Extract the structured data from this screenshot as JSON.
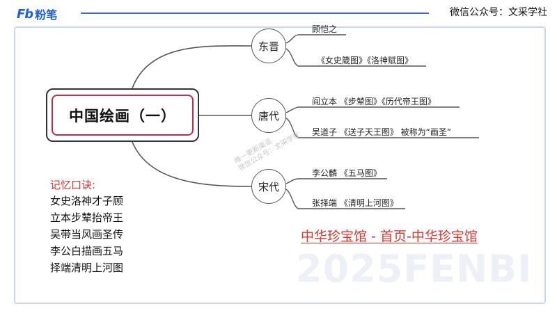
{
  "header": {
    "brand_logo": "Fb",
    "brand_name": "粉笔",
    "wechat": "微信公众号：文采学社"
  },
  "central_topic": "中国绘画（一）",
  "branches": [
    {
      "label": "东晋",
      "items": [
        "顾恺之",
        "《女史箴图》《洛神赋图》"
      ]
    },
    {
      "label": "唐代",
      "items": [
        "阎立本 《步辇图》《历代帝王图》",
        "吴道子 《送子天王图》 被称为“画圣”"
      ]
    },
    {
      "label": "宋代",
      "items": [
        "李公麟 《五马图》",
        "张择端 《清明上河图》"
      ]
    }
  ],
  "mnemonic": {
    "title": "记忆口诀:",
    "lines": [
      "女史洛神才子顾",
      "立本步辇抬帝王",
      "吴带当风画圣传",
      "李公白描画五马",
      "择端清明上河图"
    ]
  },
  "link": {
    "part1": "中华珍宝馆",
    "sep1": " - ",
    "part2": "首页",
    "sep2": "-",
    "part3": "中华珍宝馆"
  },
  "watermarks": {
    "big": "2025FENBI",
    "diag_line1": "唯一更新渠道",
    "diag_line2": "微信公众号：文采学社"
  },
  "colors": {
    "brand": "#1e5fdc",
    "central_inner_border": "#c02a4b",
    "mnemonic_title": "#e33030",
    "link": "#e0342c"
  }
}
